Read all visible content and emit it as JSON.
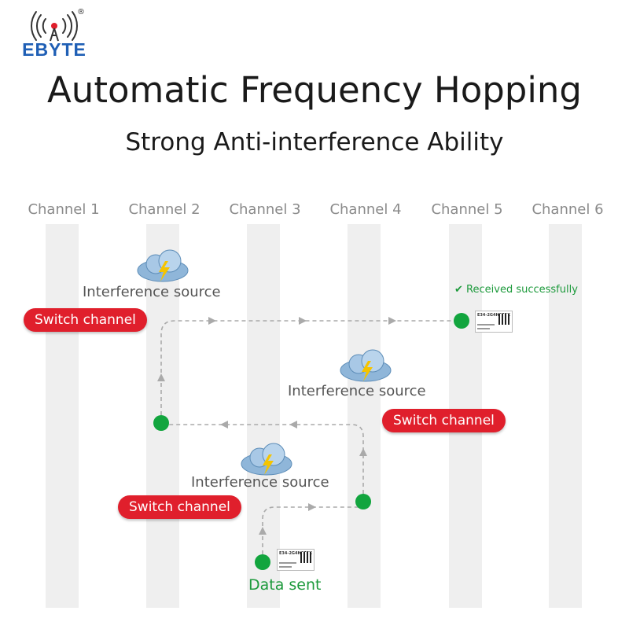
{
  "brand": {
    "name": "EBYTE",
    "registered": "®",
    "color": "#1f5fb5"
  },
  "header": {
    "title": "Automatic Frequency Hopping",
    "subtitle": "Strong Anti-interference Ability"
  },
  "channels": [
    "Channel 1",
    "Channel 2",
    "Channel 3",
    "Channel 4",
    "Channel 5",
    "Channel 6"
  ],
  "labels": {
    "switch_channel_1": "Switch channel",
    "switch_channel_2": "Switch channel",
    "switch_channel_3": "Switch channel",
    "interference_1": "Interference source",
    "interference_2": "Interference source",
    "interference_3": "Interference source",
    "received": "Received successfully",
    "data_sent": "Data sent",
    "module_label": "E34-2G4H27EX"
  },
  "colors": {
    "node": "#12a53e",
    "pill": "#e01f2c",
    "success": "#1d9a3c",
    "path": "#aaaaaa",
    "lane": "#efefef"
  },
  "icons": [
    "signal-tower-icon",
    "thunder-cloud-icon",
    "check-icon",
    "rf-module-icon"
  ]
}
